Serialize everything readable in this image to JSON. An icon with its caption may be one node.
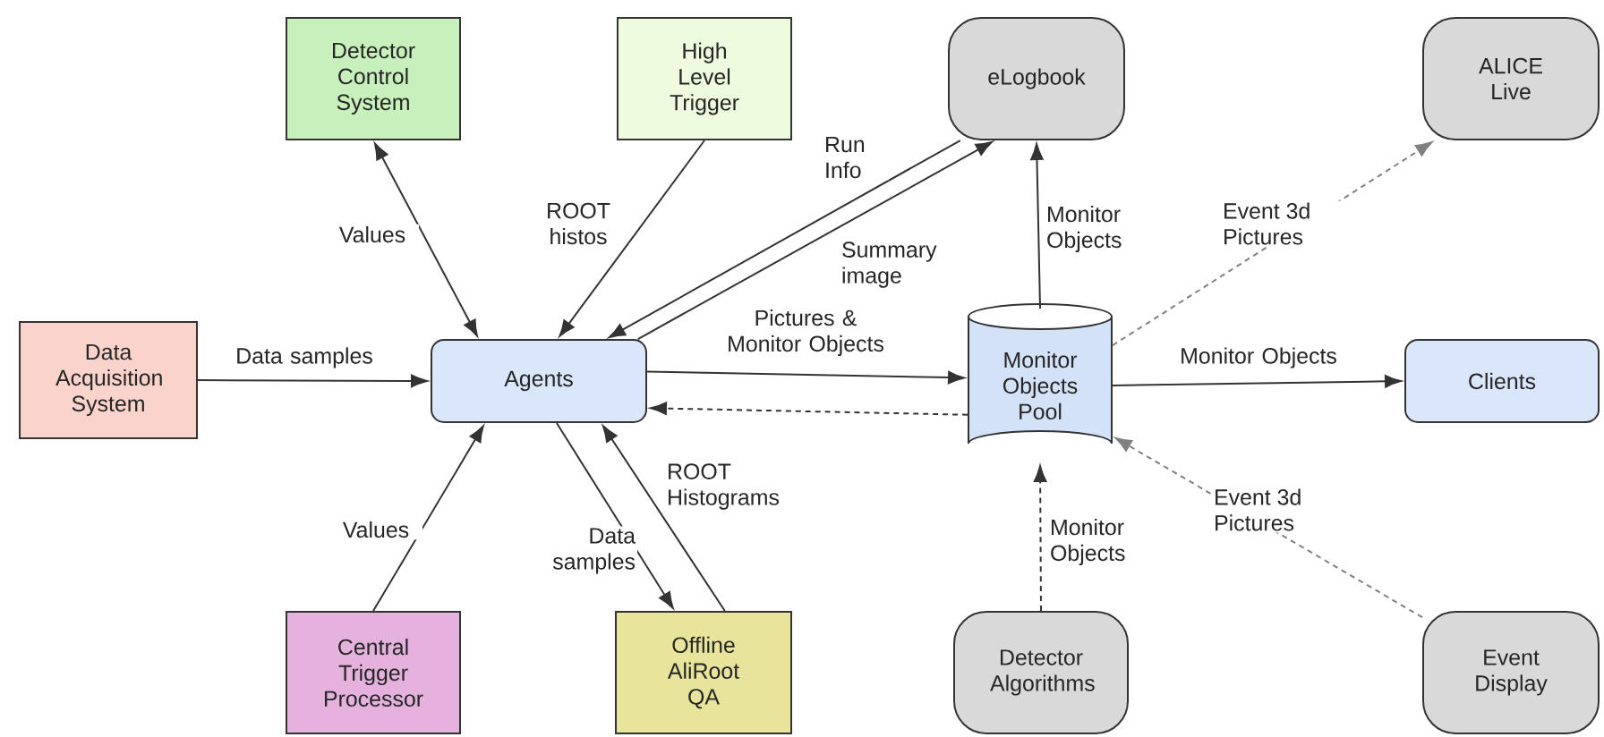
{
  "diagram": {
    "nodes": [
      {
        "text": [
          "Detector Control System"
        ]
      },
      {
        "text": [
          "High Level Trigger"
        ]
      },
      {
        "text": [
          "eLogbook"
        ]
      },
      {
        "text": [
          "ALICE Live"
        ]
      },
      {
        "text": [
          "Data Acquisition System"
        ]
      },
      {
        "text": [
          "Agents"
        ]
      },
      {
        "text": [
          "Monitor Objects Pool"
        ]
      },
      {
        "text": [
          "Clients"
        ]
      },
      {
        "text": [
          "Central Trigger Processor"
        ]
      },
      {
        "text": [
          "Offline AliRoot QA"
        ]
      },
      {
        "text": [
          "Detector Algorithms"
        ]
      },
      {
        "text": [
          "Event Display"
        ]
      }
    ],
    "edges": [
      {
        "from": 0,
        "to": 5,
        "arrow": "both",
        "label": "Values"
      },
      {
        "from": 1,
        "to": 5,
        "arrow": "to",
        "label": "ROOT histos"
      },
      {
        "from": 2,
        "to": 5,
        "arrow": "to",
        "label": "Run Info"
      },
      {
        "from": 5,
        "to": 2,
        "arrow": "to",
        "label": "Summary image"
      },
      {
        "from": 4,
        "to": 5,
        "arrow": "to",
        "label": "Data samples"
      },
      {
        "from": 5,
        "to": 6,
        "arrow": "to",
        "label": "Pictures & Monitor Objects"
      },
      {
        "from": 6,
        "to": 5,
        "arrow": "to",
        "style": "dashed"
      },
      {
        "from": 6,
        "to": 2,
        "arrow": "to",
        "label": "Monitor Objects"
      },
      {
        "from": 6,
        "to": 3,
        "arrow": "to",
        "label": "Event 3d Pictures",
        "style": "dashed",
        "color": "#808080"
      },
      {
        "from": 6,
        "to": 7,
        "arrow": "to",
        "label": "Monitor Objects"
      },
      {
        "from": 11,
        "to": 6,
        "arrow": "to",
        "label": "Event 3d Pictures",
        "style": "dashed",
        "color": "#808080"
      },
      {
        "from": 10,
        "to": 6,
        "arrow": "to",
        "label": "Monitor Objects",
        "style": "dashed"
      },
      {
        "from": 8,
        "to": 5,
        "arrow": "to",
        "label": "Values"
      },
      {
        "from": 5,
        "to": 9,
        "arrow": "to",
        "label": "Data samples"
      },
      {
        "from": 9,
        "to": 5,
        "arrow": "to",
        "label": "ROOT Histograms"
      }
    ]
  }
}
